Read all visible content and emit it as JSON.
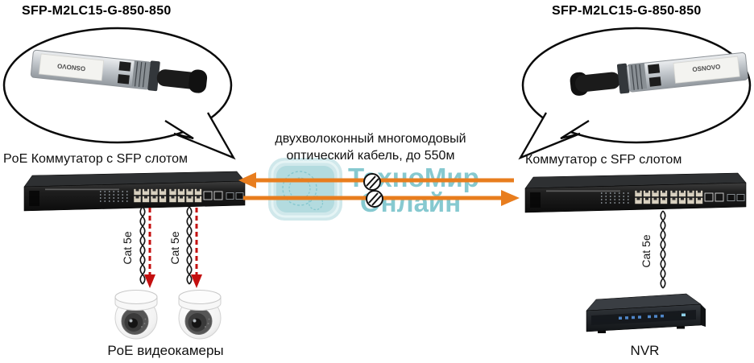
{
  "titles": {
    "left": "SFP-M2LC15-G-850-850",
    "right": "SFP-M2LC15-G-850-850"
  },
  "modules": {
    "brand": "OSNOVO"
  },
  "switches": {
    "left_label": "PoE Коммутатор с SFP слотом",
    "right_label": "Коммутатор с SFP слотом"
  },
  "fiber_link": {
    "caption_line1": "двухволоконный многомодовый",
    "caption_line2": "оптический кабель, до 550м",
    "arrow_color": "#e87d1e"
  },
  "utp": {
    "label": "Cat 5e",
    "arrow_color": "#c40f0f"
  },
  "endpoints": {
    "cameras_label": "PoE видеокамеры",
    "nvr_label": "NVR"
  },
  "watermark": {
    "line1": "ТехноМир",
    "line2": "Онлайн",
    "color": "#79c4cc"
  }
}
